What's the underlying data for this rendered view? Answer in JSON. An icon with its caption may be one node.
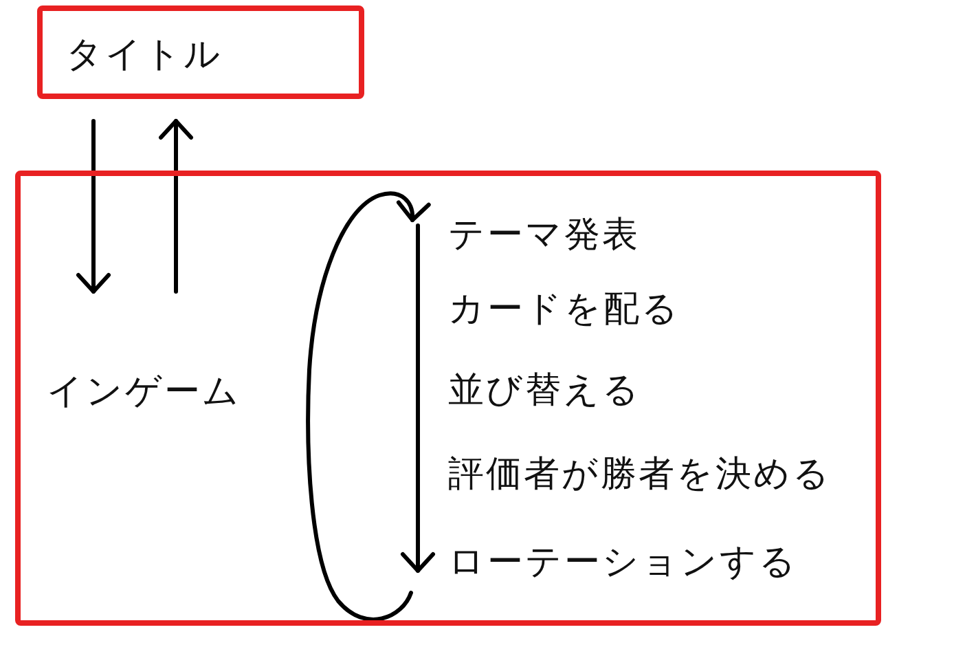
{
  "diagram": {
    "nodes": [
      {
        "text": [
          "タイトル"
        ]
      },
      {
        "text": [
          "インゲーム"
        ]
      },
      {
        "text": [
          "テーマ発表"
        ],
        "in": 1
      },
      {
        "text": [
          "カードを配る"
        ],
        "in": 1
      },
      {
        "text": [
          "並び替える"
        ],
        "in": 1
      },
      {
        "text": [
          "評価者が勝者を決める"
        ],
        "in": 1
      },
      {
        "text": [
          "ローテーションする"
        ],
        "in": 1
      }
    ],
    "edges": [
      {
        "from": 0,
        "to": 1,
        "arrow": "to"
      },
      {
        "from": 1,
        "to": 0,
        "arrow": "to"
      },
      {
        "from": 2,
        "to": 6,
        "arrow": "to"
      },
      {
        "from": 6,
        "to": 2,
        "arrow": "to"
      }
    ]
  }
}
